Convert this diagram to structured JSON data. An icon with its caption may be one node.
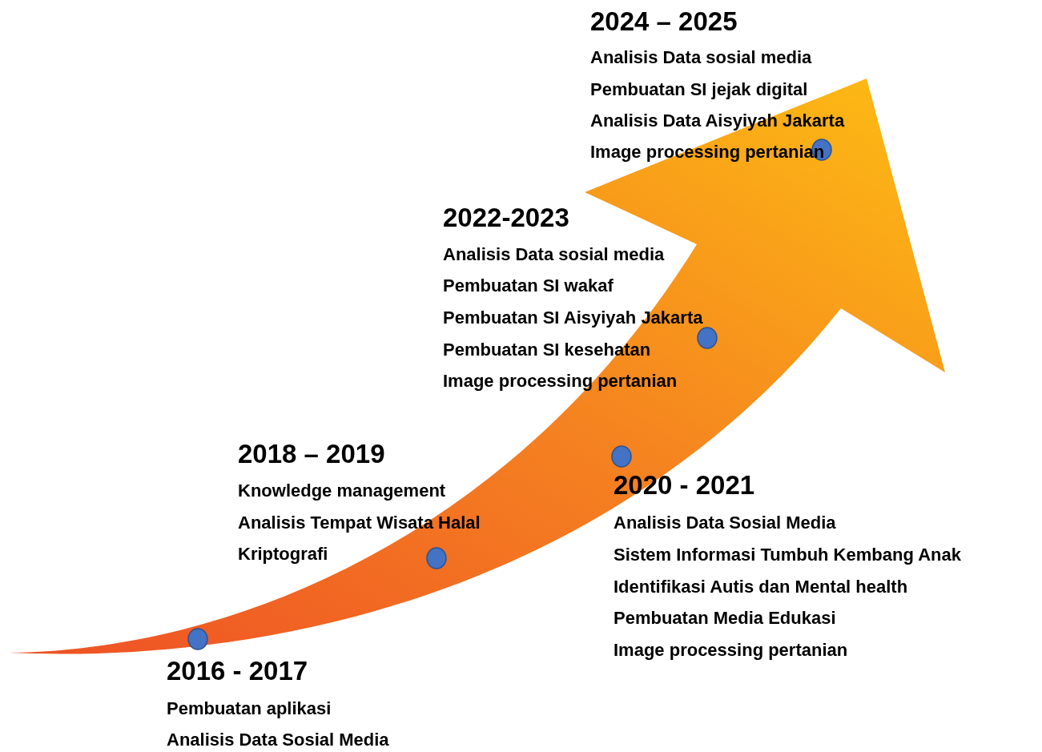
{
  "diagram": {
    "labels": [
      "2024 – 2025",
      "Analisis Data sosial media",
      "Pembuatan SI jejak digital",
      "Analisis Data Aisyiyah Jakarta",
      "Image processing pertanian",
      "2022-2023",
      "Analisis Data sosial media",
      "Pembuatan SI wakaf",
      "Pembuatan SI Aisyiyah Jakarta",
      "Pembuatan SI kesehatan",
      "Image processing pertanian",
      "2018 – 2019",
      "Knowledge management",
      "Analisis Tempat Wisata Halal",
      "Kriptografi",
      "2020 - 2021",
      "Analisis Data Sosial Media",
      "Sistem Informasi Tumbuh Kembang Anak",
      "Identifikasi Autis dan Mental health",
      "Pembuatan Media Edukasi",
      "Image processing pertanian",
      "2016 - 2017",
      "Pembuatan aplikasi",
      "Analisis Data Sosial Media"
    ]
  }
}
